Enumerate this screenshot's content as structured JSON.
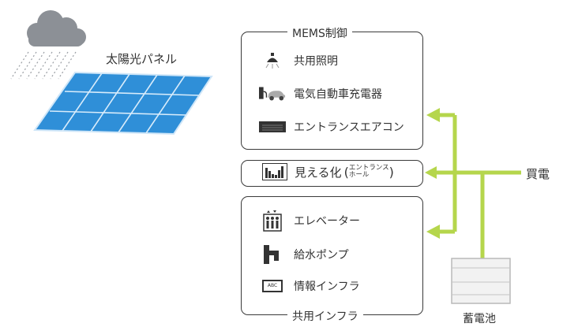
{
  "solar": {
    "label": "太陽光パネル"
  },
  "mems": {
    "title": "MEMS制御",
    "items": [
      {
        "label": "共用照明",
        "icon": "ceiling-lamp-icon"
      },
      {
        "label": "電気自動車充電器",
        "icon": "ev-charger-icon"
      },
      {
        "label": "エントランスエアコン",
        "icon": "air-conditioner-icon"
      }
    ]
  },
  "visualize": {
    "label": "見える化",
    "paren_open": "(",
    "sub_line1": "エントランス",
    "sub_line2": "ホール",
    "paren_close": ")",
    "icon": "bar-graph-icon"
  },
  "infra": {
    "title": "共用インフラ",
    "items": [
      {
        "label": "エレベーター",
        "icon": "elevator-icon"
      },
      {
        "label": "給水ポンプ",
        "icon": "faucet-icon"
      },
      {
        "label": "情報インフラ",
        "icon": "info-display-icon"
      }
    ],
    "display_text": "ABC"
  },
  "grid_power": {
    "label": "買電"
  },
  "battery": {
    "label": "蓄電池"
  },
  "colors": {
    "flow": "#b5d64c",
    "line": "#3a3a3a",
    "panel": "#2f8fd8",
    "cloud": "#8c9096"
  }
}
